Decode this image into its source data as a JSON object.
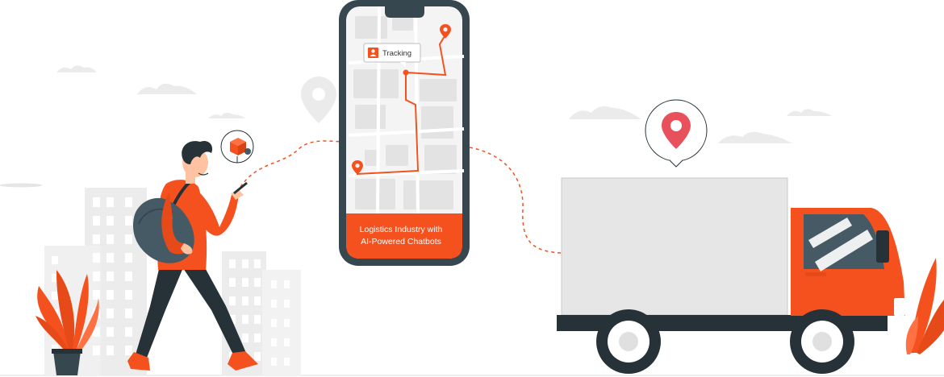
{
  "phone": {
    "tracking_label": "Tracking",
    "banner_line1": "Logistics Industry with",
    "banner_line2": "AI-Powered Chatbots"
  },
  "colors": {
    "accent": "#F4511E",
    "dark": "#263238",
    "light_gray": "#E6E6E6",
    "mid_gray": "#EBEBEB",
    "pin_red": "#E8505B"
  },
  "icons": [
    "box-icon",
    "map-pin-icon",
    "user-icon",
    "cloud-icon",
    "plant",
    "building"
  ]
}
